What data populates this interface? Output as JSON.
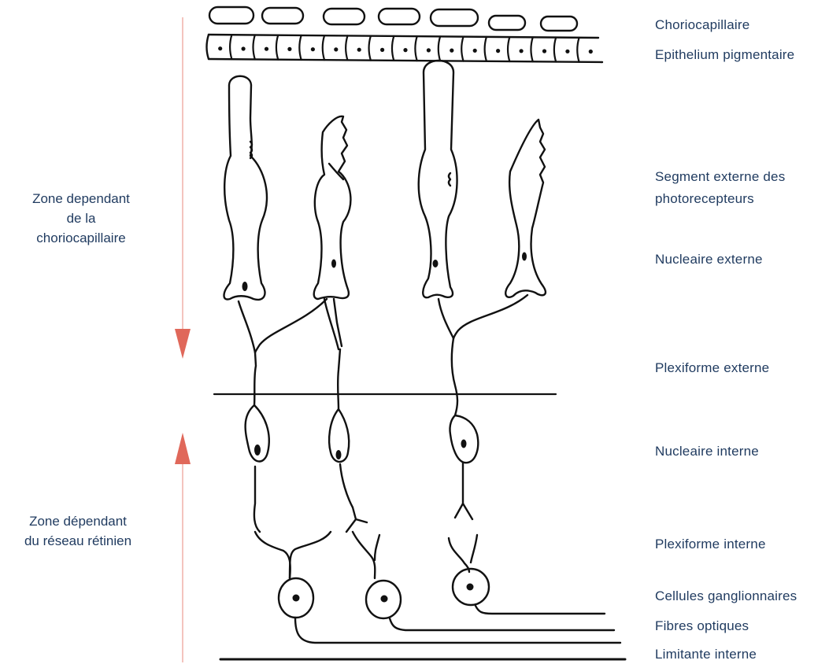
{
  "layers": [
    "Choriocapillaire",
    "Epithelium pigmentaire",
    "Segment externe des",
    "photorecepteurs",
    "Nucleaire externe",
    "Plexiforme externe",
    "Nucleaire interne",
    "Plexiforme interne",
    "Cellules ganglionnaires",
    "Fibres optiques",
    "Limitante interne"
  ],
  "zones": {
    "choroid": [
      "Zone dependant",
      "de la",
      "choriocapillaire"
    ],
    "retinal": [
      "Zone dépendant",
      "du réseau rétinien"
    ]
  },
  "colors": {
    "text": "#1f3a5f",
    "arrow": "#e0685a",
    "stroke": "#111111"
  }
}
